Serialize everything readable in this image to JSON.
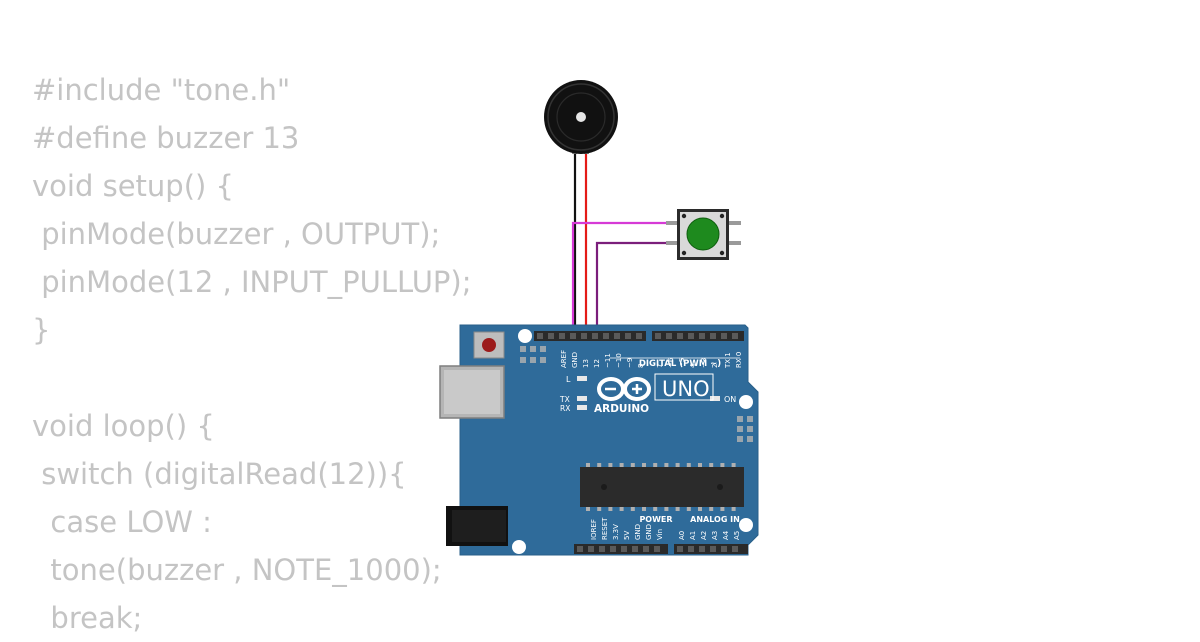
{
  "code_lines": [
    "#include \"tone.h\"",
    "#define buzzer 13",
    "void setup() {",
    " pinMode(buzzer , OUTPUT);",
    " pinMode(12 , INPUT_PULLUP);",
    "}",
    "",
    "void loop() {",
    " switch (digitalRead(12)){",
    "  case LOW :",
    "  tone(buzzer , NOTE_1000);",
    "  break;"
  ],
  "board": {
    "model_label": "UNO",
    "brand_label": "ARDUINO",
    "digital_header_label": "DIGITAL (PWM ~)",
    "power_label": "POWER",
    "analog_label": "ANALOG IN",
    "on_led_label": "ON",
    "l_led_label": "L",
    "tx_led_label": "TX",
    "rx_led_label": "RX",
    "digital_pin_labels": [
      "AREF",
      "GND",
      "13",
      "12",
      "~11",
      "~10",
      "~9",
      "8",
      "7",
      "~6",
      "~5",
      "4",
      "~3",
      "2",
      "TX 1",
      "RX 0"
    ],
    "power_pin_labels": [
      "IOREF",
      "RESET",
      "3.3V",
      "5V",
      "GND",
      "GND",
      "Vin"
    ],
    "analog_pin_labels": [
      "A0",
      "A1",
      "A2",
      "A3",
      "A4",
      "A5"
    ]
  },
  "colors": {
    "board": "#2f6b9a",
    "buzzer_wire": "#e41b17",
    "ground_wire": "#111111",
    "button_wire_1": "#d63ad6",
    "button_wire_2": "#7b1e7b",
    "button_cap": "#1e8a1e",
    "code_text": "#c4c4c4"
  }
}
